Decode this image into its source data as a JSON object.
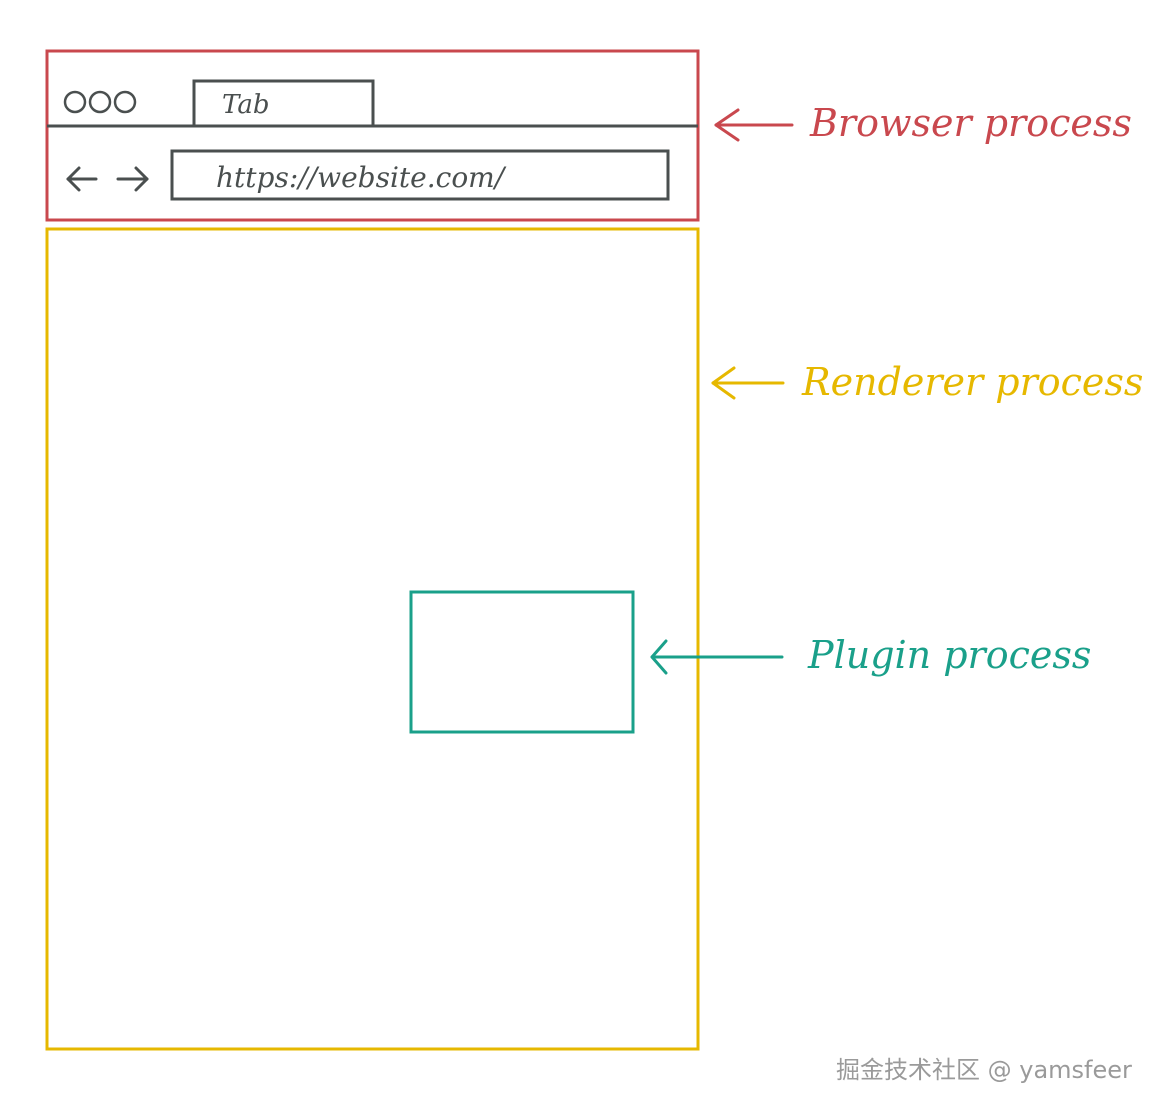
{
  "colors": {
    "browser": "#c9484e",
    "renderer": "#e6b800",
    "plugin": "#1aa08a",
    "ink": "#4a4f4f",
    "watermark": "#9a9a9a"
  },
  "window": {
    "tab_label": "Tab",
    "url": "https://website.com/",
    "controls_icon": "three-circles-icon",
    "back_icon": "back-arrow-icon",
    "forward_icon": "forward-arrow-icon"
  },
  "annotations": {
    "browser_label": "Browser process",
    "renderer_label": "Renderer process",
    "plugin_label": "Plugin process"
  },
  "watermark": "掘金技术社区 @ yamsfeer"
}
